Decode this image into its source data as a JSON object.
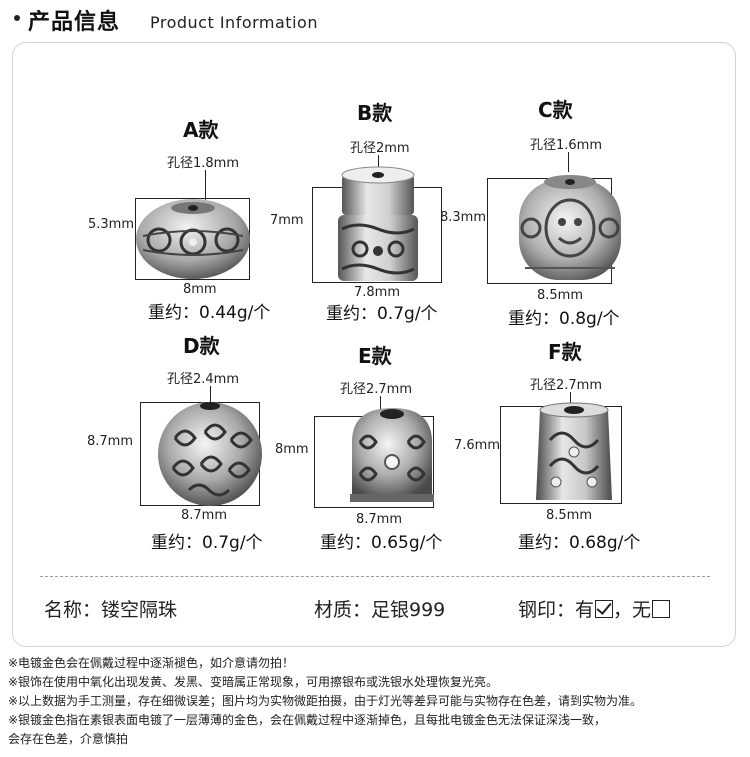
{
  "header": {
    "title_cn": "产品信息",
    "title_en": "Product Information"
  },
  "items": [
    {
      "id": "A",
      "title": "A款",
      "hole": "孔径1.8mm",
      "height": "5.3mm",
      "width": "8mm",
      "weight": "重约：0.44g/个"
    },
    {
      "id": "B",
      "title": "B款",
      "hole": "孔径2mm",
      "height": "7mm",
      "width": "7.8mm",
      "weight": "重约：0.7g/个"
    },
    {
      "id": "C",
      "title": "C款",
      "hole": "孔径1.6mm",
      "height": "8.3mm",
      "width": "8.5mm",
      "weight": "重约：0.8g/个"
    },
    {
      "id": "D",
      "title": "D款",
      "hole": "孔径2.4mm",
      "height": "8.7mm",
      "width": "8.7mm",
      "weight": "重约：0.7g/个"
    },
    {
      "id": "E",
      "title": "E款",
      "hole": "孔径2.7mm",
      "height": "8mm",
      "width": "8.7mm",
      "weight": "重约：0.65g/个"
    },
    {
      "id": "F",
      "title": "F款",
      "hole": "孔径2.7mm",
      "height": "7.6mm",
      "width": "8.5mm",
      "weight": "重约：0.68g/个"
    }
  ],
  "specs": {
    "name": "名称：镂空隔珠",
    "material": "材质：足银999",
    "stamp_label": "钢印：有",
    "stamp_sep": "，无"
  },
  "notes": [
    "※电镀金色会在佩戴过程中逐渐褪色，如介意请勿拍！",
    "※银饰在使用中氧化出现发黄、发黑、变暗属正常现象，可用擦银布或洗银水处理恢复光亮。",
    "※以上数据为手工测量，存在细微误差；图片均为实物微距拍摄，由于灯光等差异可能与实物存在色差，请到实物为准。",
    "※银镀金色指在素银表面电镀了一层薄薄的金色，会在佩戴过程中逐渐掉色，且每批电镀金色无法保证深浅一致，",
    "会存在色差，介意慎拍"
  ],
  "colors": {
    "silver_light": "#d9d9d9",
    "silver_dark": "#555555",
    "border": "#cfd3d8"
  }
}
